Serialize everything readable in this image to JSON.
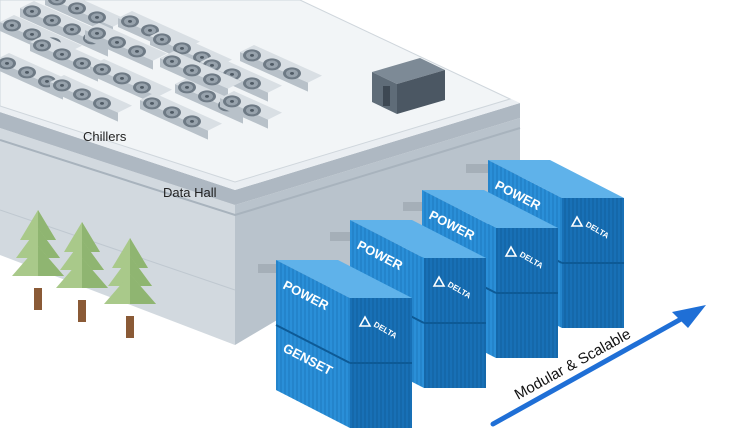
{
  "labels": {
    "chillers": "Chillers",
    "data_hall": "Data Hall",
    "arrow_caption": "Modular & Scalable"
  },
  "containers": [
    {
      "top": "POWER",
      "bottom": "GENSET",
      "brand": "DELTA"
    },
    {
      "top": "POWER",
      "bottom": "",
      "brand": "DELTA"
    },
    {
      "top": "POWER",
      "bottom": "",
      "brand": "DELTA"
    },
    {
      "top": "POWER",
      "bottom": "",
      "brand": "DELTA"
    }
  ],
  "colors": {
    "container_front": "#2a8fd8",
    "container_side": "#1870b6",
    "container_top": "#5fb2ea",
    "building_roof": "#e9edf1",
    "building_wall": "#c9d1d8",
    "tree_foliage": "#a9c98a",
    "tree_trunk": "#8a5a36",
    "arrow": "#1f6fd6"
  }
}
